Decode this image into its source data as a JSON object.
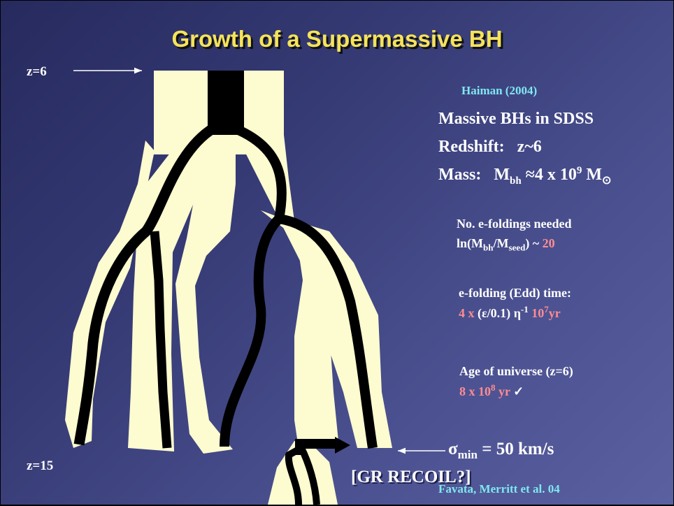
{
  "title": "Growth of a Supermassive BH",
  "z_top_label": "z=6",
  "z_bottom_label": "z=15",
  "reference": "Haiman  (2004)",
  "sdss_heading": "Massive BHs in SDSS",
  "redshift": {
    "label": "Redshift:",
    "value": "z~6"
  },
  "mass": {
    "label": "Mass:",
    "prefix": "M",
    "sub": "bh",
    "approx": " ≈4 x 10",
    "exp": "9",
    "unit": " M",
    "sun": "⊙"
  },
  "efoldings": {
    "heading": "No. e-foldings needed",
    "ln_open": "ln(M",
    "sub1": "bh",
    "slash": "/M",
    "sub2": "seed",
    "close": ") ~ ",
    "value": "20"
  },
  "edd_time": {
    "heading": "e-folding (Edd) time:",
    "prefix": "4 x ",
    "eps": "(ε/0.1)",
    "eta": " η",
    "eta_exp": "-1",
    "ten": " 10",
    "ten_exp": "7",
    "unit": "yr"
  },
  "age": {
    "heading": "Age of universe (z=6)",
    "value": "8 x 10",
    "exp": "8",
    "unit": " yr",
    "check": " ✓"
  },
  "sigma": {
    "symbol": "σ",
    "sub": "min",
    "value": " = 50 km/s"
  },
  "recoil_label": "[GR RECOIL?]",
  "credit": "Favata, Merritt et al. 04",
  "colors": {
    "title": "#f5e35a",
    "branch_fill": "#fdfbd0",
    "bh_track": "#000000",
    "reference": "#7fe8f0",
    "highlight": "#ff8c92",
    "text": "#ffffff"
  }
}
